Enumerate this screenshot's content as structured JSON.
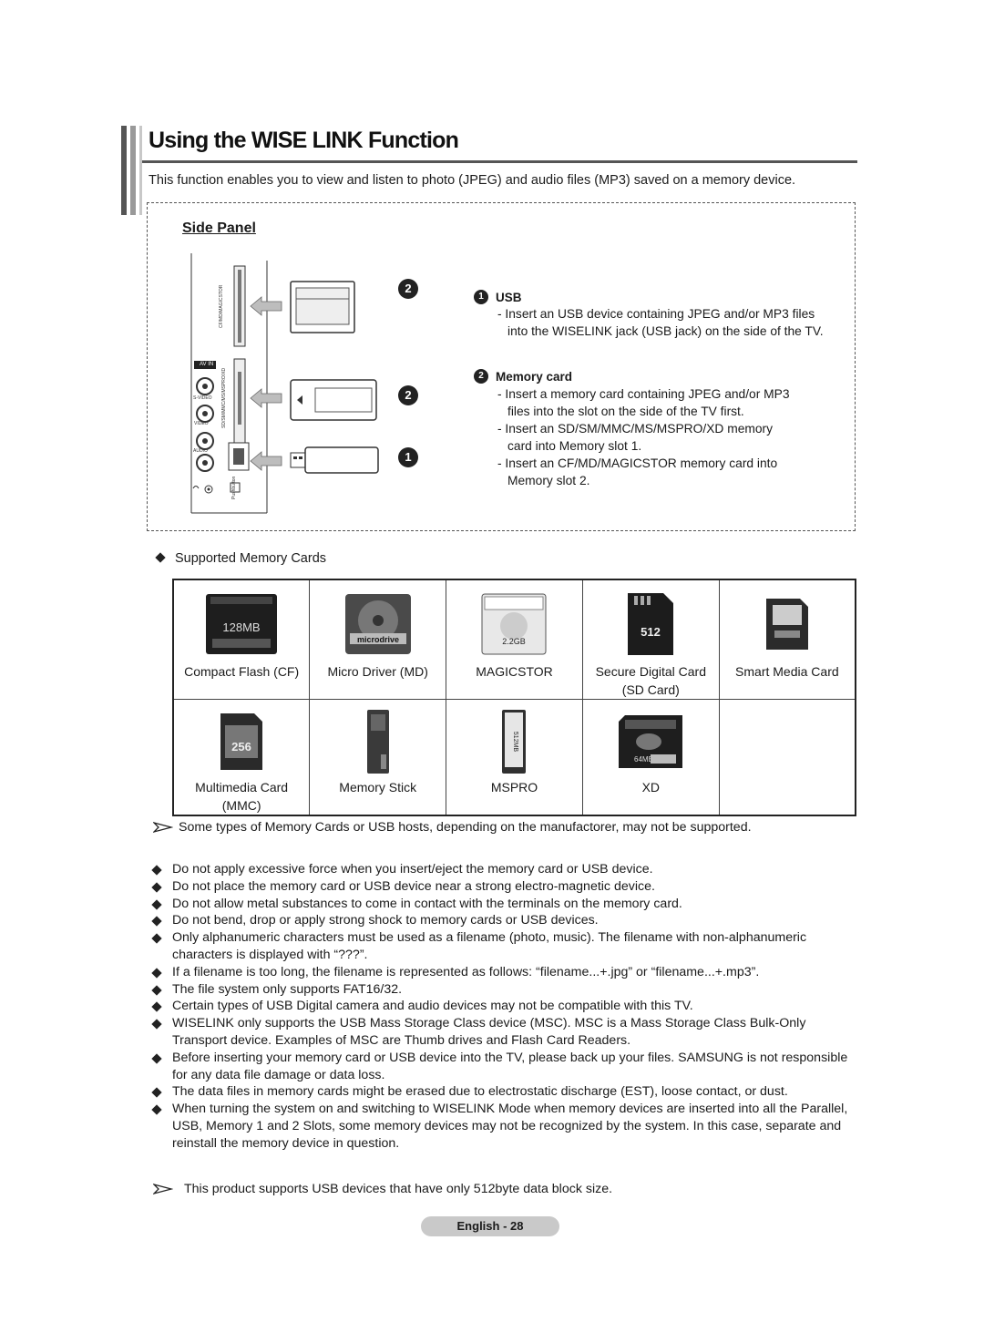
{
  "title": "Using the WISE LINK Function",
  "intro": "This function enables you to view and listen to photo (JPEG) and audio files (MP3) saved on a memory device.",
  "side_panel": {
    "label": "Side Panel",
    "slot_labels": [
      "CF/MD/MAGICSTOR",
      "SD/SM/MMC/MS/MSPRO/XD",
      "AV IN",
      "S-VIDEO",
      "VIDEO",
      "AUDIO",
      "Pushbutton"
    ],
    "callouts": [
      "2",
      "2",
      "1"
    ]
  },
  "usb_section": {
    "number": "1",
    "heading": "USB",
    "lines": [
      "- Insert an USB device containing JPEG and/or MP3 files",
      "into the WISELINK jack (USB jack) on the side of the TV."
    ]
  },
  "memory_section": {
    "number": "2",
    "heading": "Memory card",
    "lines": [
      "- Insert a memory card containing JPEG and/or MP3",
      "files into the slot on the side of the TV first.",
      "- Insert an SD/SM/MMC/MS/MSPRO/XD memory",
      "card into Memory slot 1.",
      "- Insert an CF/MD/MAGICSTOR memory card into",
      "Memory slot 2."
    ]
  },
  "supported_label": "Supported Memory Cards",
  "cards_row1": [
    {
      "name": "Compact Flash (CF)",
      "name2": "",
      "icon": "compact-flash-card",
      "badge": "128MB"
    },
    {
      "name": "Micro Driver (MD)",
      "name2": "",
      "icon": "microdrive-card",
      "badge": "microdrive"
    },
    {
      "name": "MAGICSTOR",
      "name2": "",
      "icon": "magicstor-card",
      "badge": "2.2GB"
    },
    {
      "name": "Secure Digital Card",
      "name2": "(SD Card)",
      "icon": "sd-card",
      "badge": "512"
    },
    {
      "name": "Smart Media Card",
      "name2": "",
      "icon": "smart-media-card",
      "badge": ""
    }
  ],
  "cards_row2": [
    {
      "name": "Multimedia Card (MMC)",
      "icon": "mmc-card",
      "badge": "256"
    },
    {
      "name": "Memory Stick",
      "icon": "memory-stick-card",
      "badge": ""
    },
    {
      "name": "MSPRO",
      "icon": "mspro-card",
      "badge": "512MB"
    },
    {
      "name": "XD",
      "icon": "xd-card",
      "badge": "64MB"
    },
    {
      "name": "",
      "icon": "",
      "badge": ""
    }
  ],
  "note1": "Some types of Memory Cards or USB hosts, depending on the manufactorer,  may not be supported.",
  "bullets": [
    "Do not apply excessive force when you insert/eject the memory card or USB device.",
    "Do not place the memory card or USB device near a strong electro-magnetic device.",
    "Do not allow metal substances to come in contact with the terminals on the memory card.",
    "Do not bend, drop or apply strong shock to memory cards or USB devices.",
    "Only alphanumeric characters must be used as a filename (photo, music). The filename with non-alphanumeric characters is displayed with “???”.",
    "If a filename is too long, the filename is represented as follows: “filename...+.jpg” or “filename...+.mp3”.",
    "The file system only supports FAT16/32.",
    "Certain types of USB Digital camera and audio devices may not be compatible with this TV.",
    "WISELINK only supports the USB Mass Storage Class device (MSC). MSC is a Mass Storage Class Bulk-Only Transport device. Examples of MSC are Thumb drives and Flash Card Readers.",
    "Before inserting your memory card or USB device into the TV, please back up your files. SAMSUNG is not responsible for any data file damage or data loss.",
    "The data files in memory cards might be erased due to electrostatic discharge (EST), loose contact, or dust.",
    "When turning the system on and switching to WISELINK Mode when memory devices are inserted into all the Parallel, USB, Memory 1 and 2 Slots, some memory devices may not be recognized by the system. In this case, separate and reinstall the memory device in question."
  ],
  "note2": "This product supports USB devices that have only 512byte data block size.",
  "footer": "English - 28"
}
